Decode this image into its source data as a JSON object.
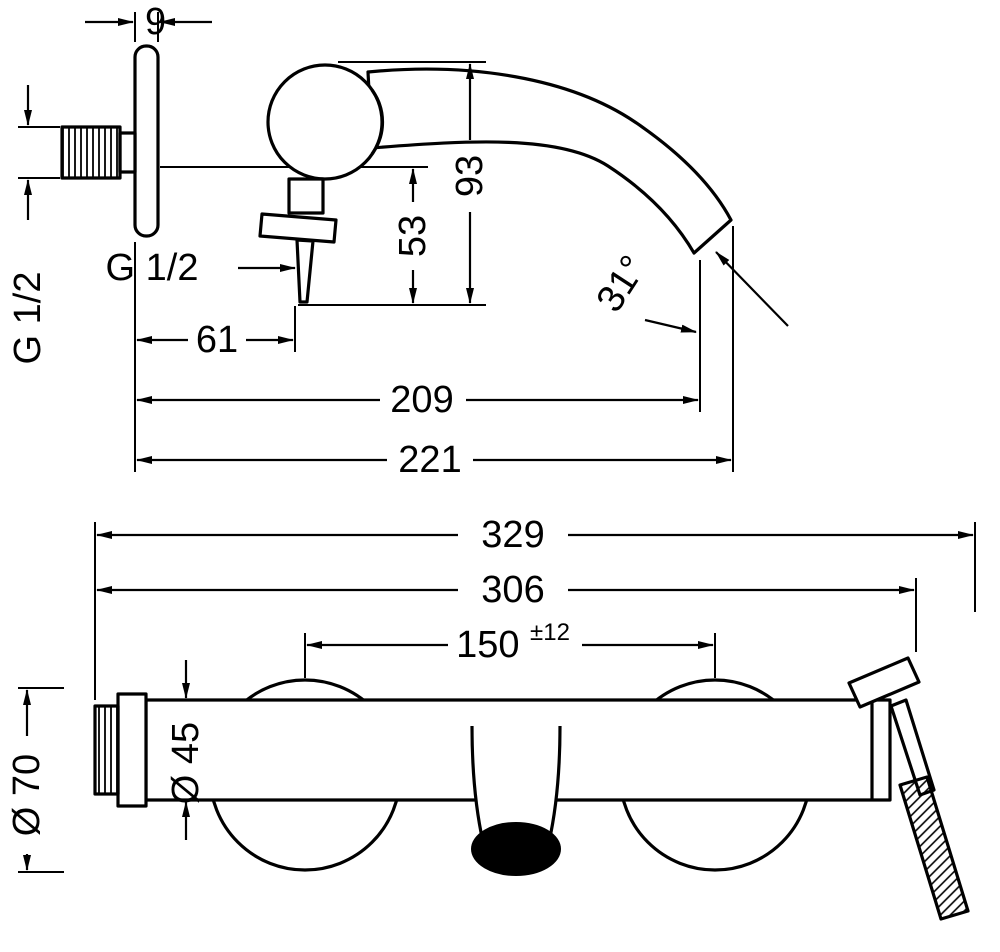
{
  "drawing": {
    "type": "technical-dimension-drawing",
    "product": "wall-mounted single-lever bath mixer, side and front views",
    "colors": {
      "line": "#000000",
      "background": "#ffffff"
    },
    "side_view": {
      "dimensions": {
        "plate_thickness": "9",
        "height_spout": "93",
        "height_outlet": "53",
        "inlet_thread": "G 1/2",
        "outlet_thread": "G 1/2",
        "handle_reach": "61",
        "spout_reach": "209",
        "total_reach": "221",
        "spout_angle": "31°"
      }
    },
    "front_view": {
      "dimensions": {
        "overall_width": "329",
        "body_width": "306",
        "connection_distance": "150",
        "connection_tolerance": "±12",
        "escutcheon_diameter": "Ø 70",
        "body_diameter": "Ø 45"
      }
    }
  }
}
